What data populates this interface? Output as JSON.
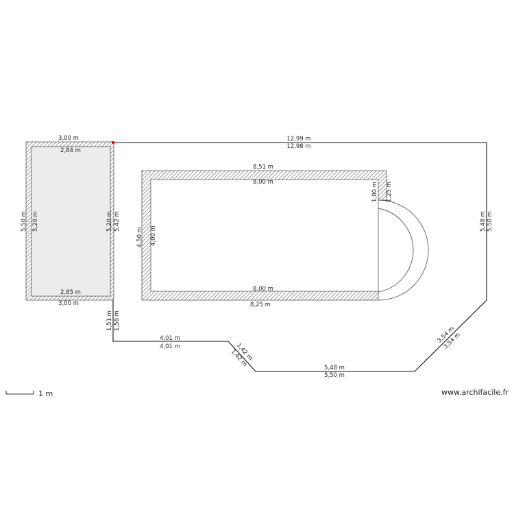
{
  "colors": {
    "wall_outline": "#555555",
    "hatch": "#666666",
    "room_fill": "#ececec",
    "boundary": "#111111",
    "marker": "#ff0000"
  },
  "dimensions": {
    "shed_top_outer": "3,00 m",
    "shed_top_inner": "2,84 m",
    "shed_left_outer": "5,50 m",
    "shed_left_inner": "5,20 m",
    "shed_right_inner": "5,20 m",
    "shed_right_outer": "5,42 m",
    "shed_bottom_inner": "2,85 m",
    "shed_bottom_outer": "3,00 m",
    "top_boundary_a": "12,99 m",
    "top_boundary_b": "12,98 m",
    "right_boundary_a": "5,48 m",
    "right_boundary_b": "5,50 m",
    "diag_right_a": "3,54 m",
    "diag_right_b": "3,54 m",
    "bottom_boundary_a": "5,48 m",
    "bottom_boundary_b": "5,50 m",
    "diag_left_a": "1,42 m",
    "diag_left_b": "1,42 m",
    "lower_left_a": "4,01 m",
    "lower_left_b": "4,01 m",
    "short_vertical_a": "1,51 m",
    "short_vertical_b": "1,58 m",
    "pool_top_outer": "8,51 m",
    "pool_top_inner": "8,00 m",
    "pool_left_outer": "4,50 m",
    "pool_left_inner": "4,00 m",
    "pool_bottom_inner": "8,00 m",
    "pool_bottom_outer": "8,25 m",
    "pool_right_a": "1,00 m",
    "pool_right_b": "1,25 m"
  },
  "scale": {
    "label": "1 m"
  },
  "watermark": "www.archifacile.fr"
}
